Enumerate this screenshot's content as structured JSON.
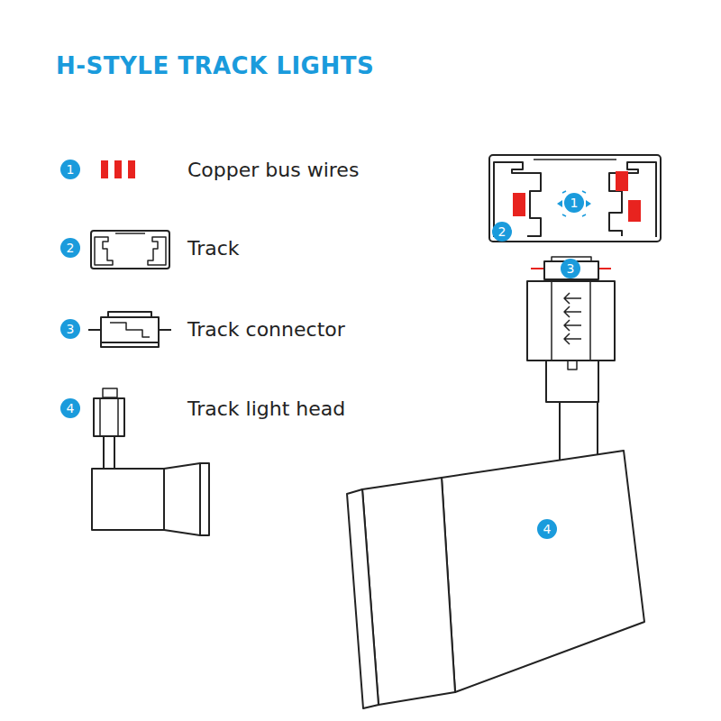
{
  "diagram": {
    "title": "H-STYLE TRACK LIGHTS",
    "labels": [
      "1",
      "2",
      "3",
      "4",
      "1",
      "2",
      "3",
      "4"
    ],
    "legend": [
      {
        "text": "Copper bus wires",
        "color": "#e8231f"
      },
      {
        "text": "Track"
      },
      {
        "text": "Track connector"
      },
      {
        "text": "Track light head"
      }
    ]
  }
}
